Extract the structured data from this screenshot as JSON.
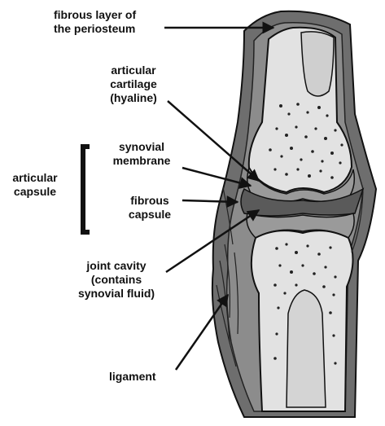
{
  "labels": {
    "periosteum": [
      "fibrous layer of",
      "the periosteum"
    ],
    "cartilage": [
      "articular",
      "cartilage",
      "(hyaline)"
    ],
    "synovial_membrane": [
      "synovial",
      "membrane"
    ],
    "articular_capsule": [
      "articular",
      "capsule"
    ],
    "fibrous_capsule": [
      "fibrous",
      "capsule"
    ],
    "joint_cavity": [
      "joint cavity",
      "(contains",
      "synovial fluid)"
    ],
    "ligament": [
      "ligament"
    ]
  },
  "colors": {
    "outline": "#111111",
    "outer_layer": "#6e6e6e",
    "capsule": "#8c8c8c",
    "bone": "#e2e2e2",
    "cartilage": "#9a9a9a",
    "cavity": "#5a5a5a",
    "marrow": "#ededed"
  }
}
